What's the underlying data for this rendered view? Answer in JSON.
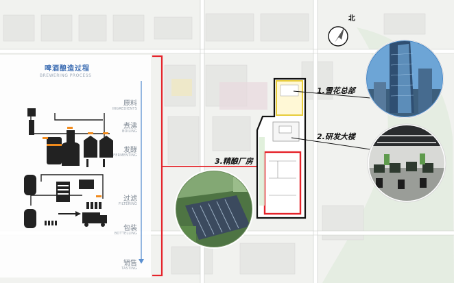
{
  "title": {
    "cn": "啤酒酿造过程",
    "en": "BREWERING PROCESS"
  },
  "steps": [
    {
      "cn": "原料",
      "en": "INGREDIENTS"
    },
    {
      "cn": "煮沸",
      "en": "BOILING"
    },
    {
      "cn": "发酵",
      "en": "FERMENTING"
    },
    {
      "cn": "过滤",
      "en": "FILTERING"
    },
    {
      "cn": "包装",
      "en": "BOTTELLING"
    },
    {
      "cn": "销售",
      "en": "TASTING"
    }
  ],
  "callouts": {
    "hq": "1.雪花总部",
    "rnd": "2.研发大楼",
    "brewery": "3.精酿厂房"
  },
  "compass": {
    "label": "北"
  },
  "colors": {
    "accent_red": "#e5232a",
    "title_blue": "#3f6fb4",
    "timeline_blue": "#5a8fd0",
    "machine_dark": "#222222",
    "machine_orange": "#f08a1c"
  }
}
